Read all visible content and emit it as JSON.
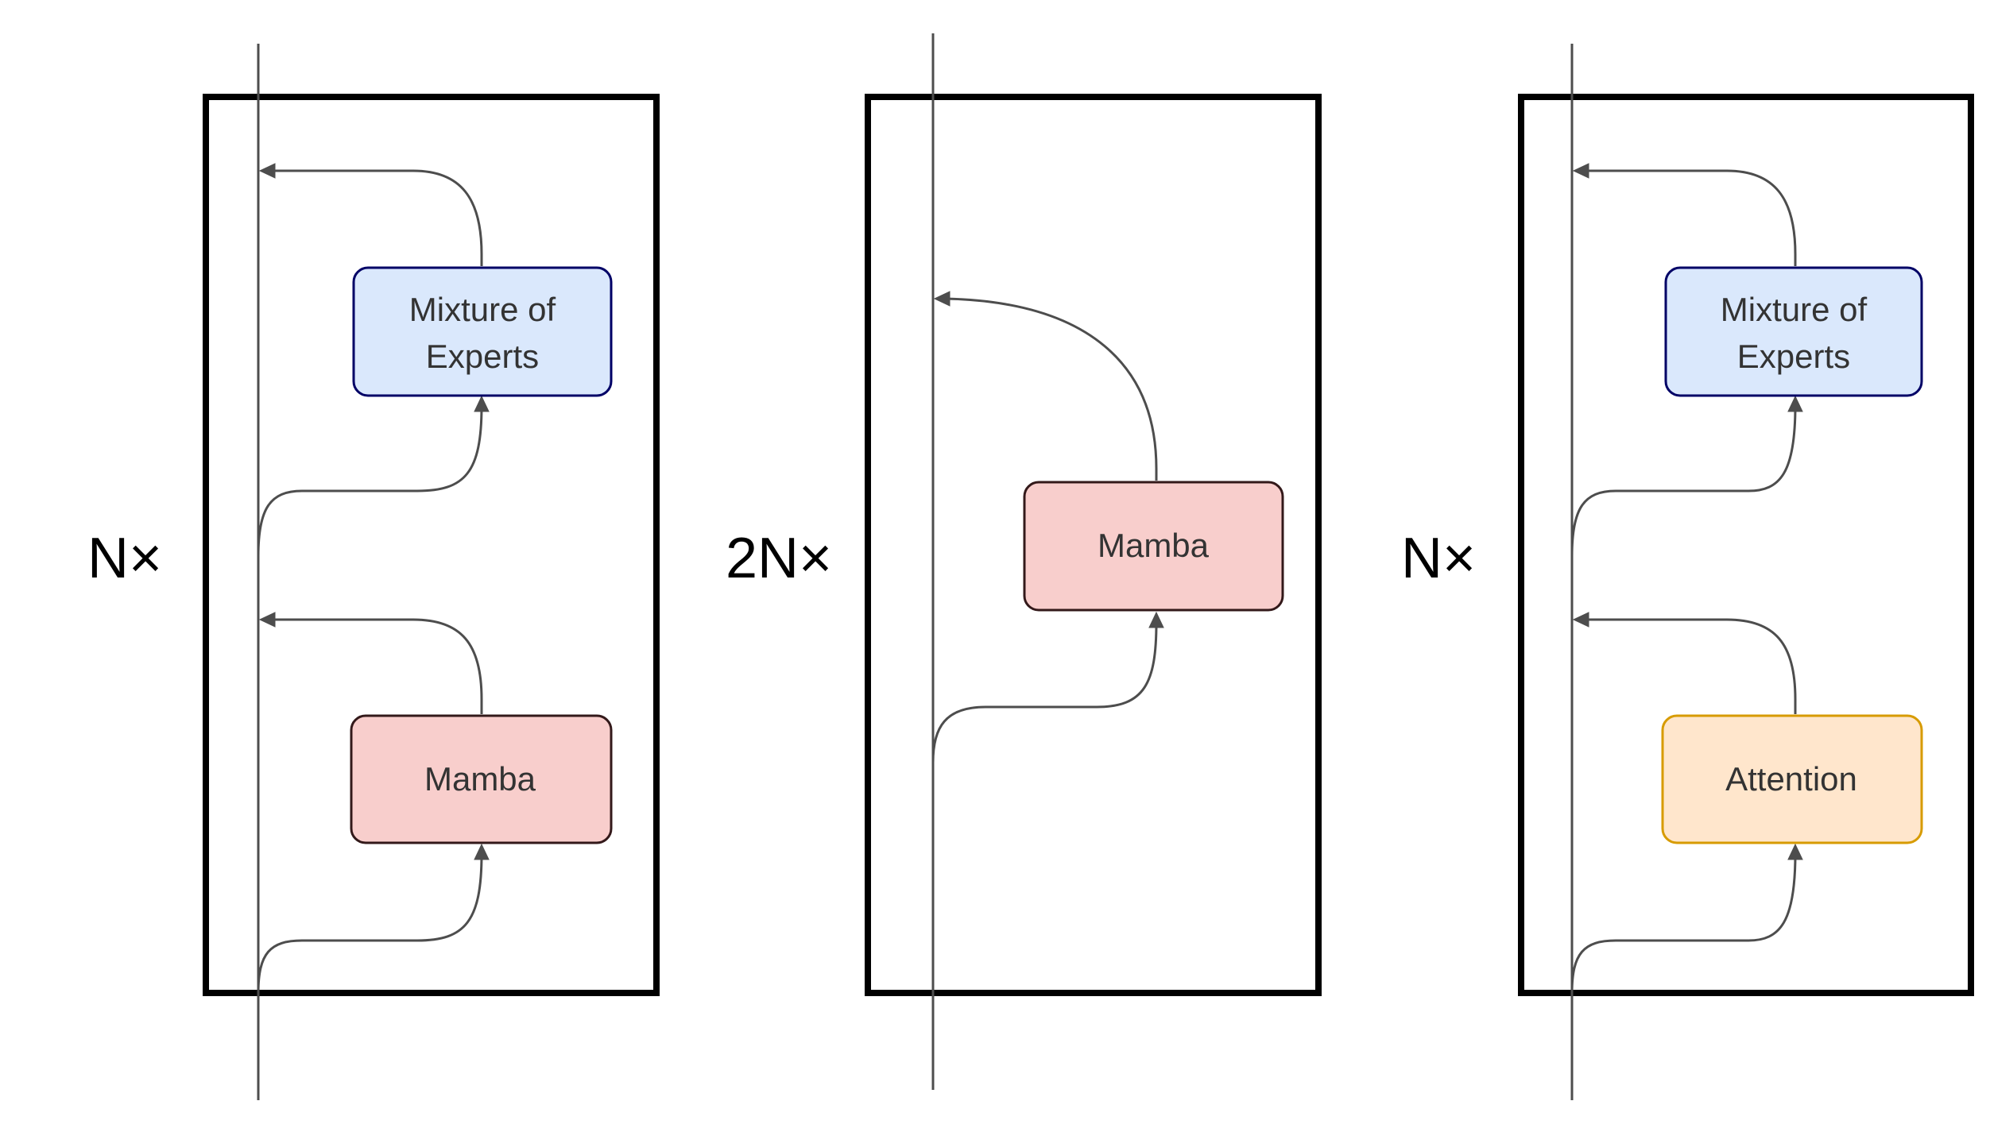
{
  "colors": {
    "moe_fill": "#dae8fc",
    "moe_stroke": "#000066",
    "mamba_fill": "#f8cecc",
    "mamba_stroke": "#33191a",
    "attention_fill": "#ffe6cc",
    "attention_stroke": "#d79b00",
    "line": "#4d4d4d",
    "frame": "#000000"
  },
  "blocks": [
    {
      "repeat_label": "N×",
      "modules": [
        {
          "type": "mamba",
          "label_lines": [
            "Mamba"
          ]
        },
        {
          "type": "mixture-of-experts",
          "label_lines": [
            "Mixture of",
            "Experts"
          ]
        }
      ]
    },
    {
      "repeat_label": "2N×",
      "modules": [
        {
          "type": "mamba",
          "label_lines": [
            "Mamba"
          ]
        }
      ]
    },
    {
      "repeat_label": "N×",
      "modules": [
        {
          "type": "attention",
          "label_lines": [
            "Attention"
          ]
        },
        {
          "type": "mixture-of-experts",
          "label_lines": [
            "Mixture of",
            "Experts"
          ]
        }
      ]
    }
  ]
}
